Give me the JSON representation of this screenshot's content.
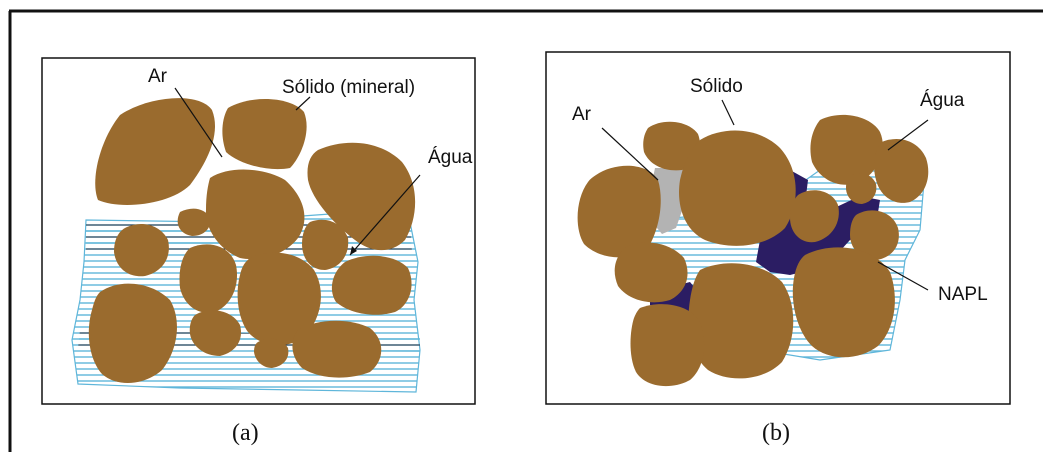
{
  "panel_a": {
    "labels": {
      "ar": "Ar",
      "solido": "Sólido (mineral)",
      "agua": "Água"
    },
    "caption": "(a)"
  },
  "panel_b": {
    "labels": {
      "ar": "Ar",
      "solido": "Sólido",
      "agua": "Água",
      "napl": "NAPL"
    },
    "caption": "(b)"
  },
  "colors": {
    "solid": "#9a6b2e",
    "water_line": "#5fb6da",
    "water_dark_line": "#2b3a4c",
    "air": "#b3b3b3",
    "napl": "#2b1d63",
    "frame": "#111111"
  }
}
